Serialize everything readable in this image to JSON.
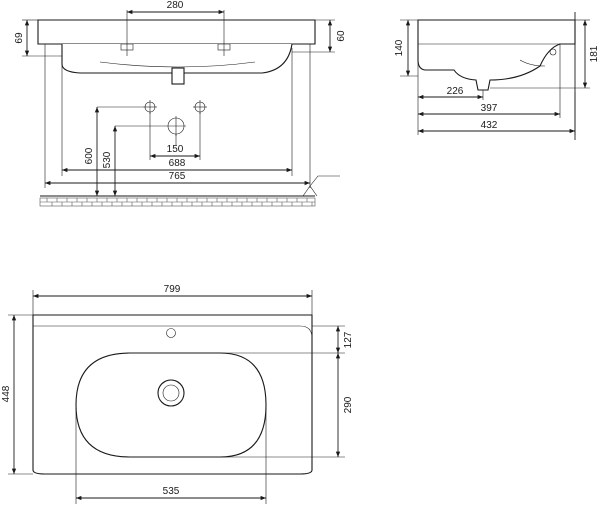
{
  "front_view": {
    "dim_280": "280",
    "dim_69": "69",
    "dim_60": "60",
    "dim_600": "600",
    "dim_530": "530",
    "dim_150": "150",
    "dim_688": "688",
    "dim_765": "765"
  },
  "side_view": {
    "dim_140": "140",
    "dim_181": "181",
    "dim_226": "226",
    "dim_397": "397",
    "dim_432": "432"
  },
  "top_view": {
    "dim_799": "799",
    "dim_448": "448",
    "dim_127": "127",
    "dim_290": "290",
    "dim_535": "535"
  }
}
